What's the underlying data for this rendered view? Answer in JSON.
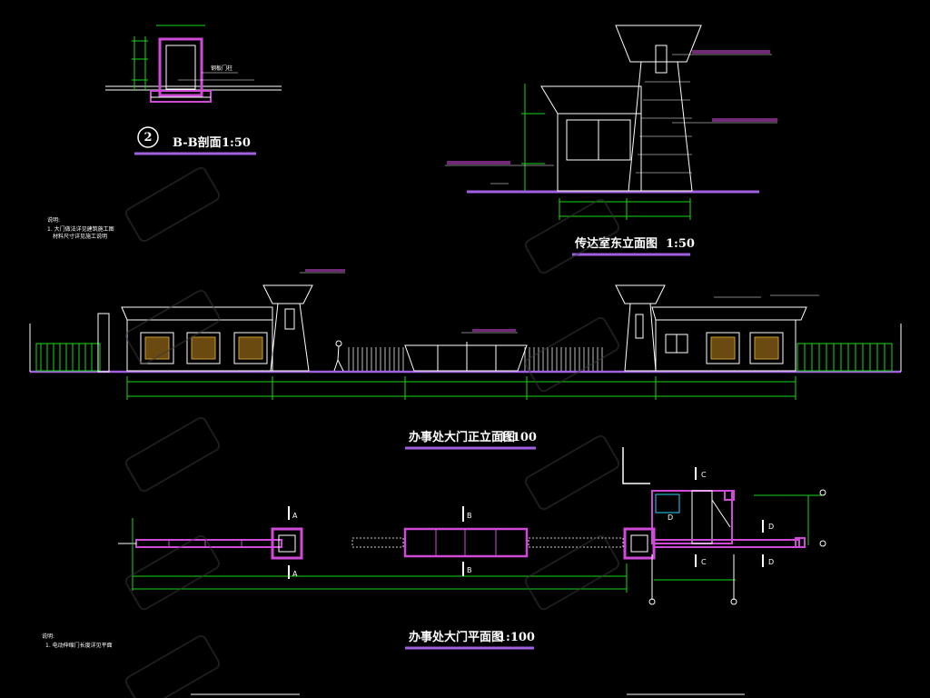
{
  "sections": {
    "bb_section": {
      "number": "2",
      "title": "B-B剖面",
      "scale": "1:50"
    },
    "guardhouse_east": {
      "title": "传达室东立面图",
      "scale": "1:50"
    },
    "gate_front": {
      "title": "办事处大门正立面图",
      "scale": "1:100"
    },
    "gate_plan": {
      "title": "办事处大门平面图",
      "scale": "1:100"
    }
  },
  "notes_top": {
    "heading": "说明:",
    "line1": "1. 大门做法详见建筑施工图",
    "line2": "材料尺寸详见施工说明"
  },
  "notes_bottom": {
    "heading": "说明:",
    "line1": "1. 电动伸缩门长度详见平面"
  },
  "section_marks": {
    "a": "A",
    "b": "B",
    "c": "C",
    "d": "D"
  },
  "plan_door_mark": "D",
  "colors": {
    "line_white": "#ffffff",
    "magenta": "#d04ad8",
    "green": "#19d619",
    "purple": "#a060e0",
    "cyan": "#2ad4ff"
  }
}
